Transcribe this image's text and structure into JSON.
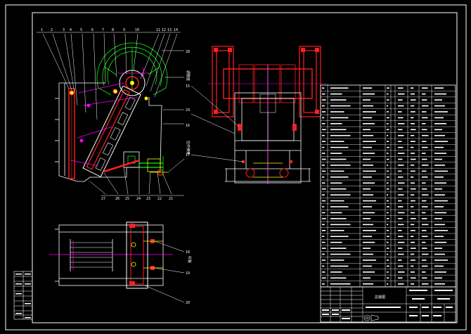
{
  "colors": {
    "background": "#000000",
    "frame": "#ffffff",
    "red": "#ff2020",
    "magenta": "#ff00ff",
    "green": "#00ff00",
    "yellow": "#ffff00",
    "cyan": "#00ffff",
    "white": "#ffffff",
    "gray": "#bfbfbf"
  },
  "balloons_top": [
    "1",
    "2",
    "3",
    "4",
    "5",
    "6",
    "7",
    "8",
    "9",
    "10",
    "11",
    "12",
    "13",
    "14"
  ],
  "balloons_right_view": [
    "15",
    "16",
    "17"
  ],
  "balloons_bottom_main": [
    "27",
    "26",
    "25",
    "24",
    "23",
    "22",
    "21"
  ],
  "balloons_plan": [
    "18",
    "19",
    "20"
  ],
  "balloons_side": [
    "28",
    "29"
  ],
  "vertical_notes": [
    "调整座",
    "拉杆弹簧",
    "衬板"
  ],
  "parts_list": {
    "row_count": 34
  },
  "title_block": {
    "drawing_name": "总装图"
  }
}
